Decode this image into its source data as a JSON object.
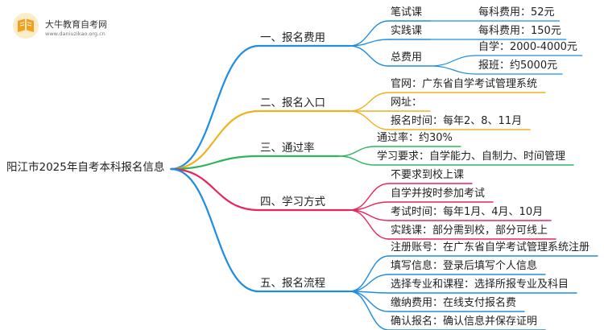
{
  "logo": {
    "title": "大牛教育自考网",
    "url": "www.daniuzikao.org.cn"
  },
  "root": "阳江市2025年自考本科报名信息",
  "colors": {
    "b1": "#1f8de0",
    "b2": "#f2b01e",
    "b3": "#2db55d",
    "b4": "#e8245a",
    "b5": "#1f8de0"
  },
  "branches": [
    {
      "label": "一、报名费用",
      "children": [
        {
          "label": "笔试课",
          "children": [
            {
              "label": "每科费用：52元"
            }
          ]
        },
        {
          "label": "实践课",
          "children": [
            {
              "label": "每科费用：150元"
            }
          ]
        },
        {
          "label": "总费用",
          "children": [
            {
              "label": "自学：2000-4000元"
            },
            {
              "label": "报班：约5000元"
            }
          ]
        }
      ]
    },
    {
      "label": "二、报名入口",
      "children": [
        {
          "label": "官网：广东省自学考试管理系统"
        },
        {
          "label": "网址："
        },
        {
          "label": "报名时间：每年2、8、11月"
        }
      ]
    },
    {
      "label": "三、通过率",
      "children": [
        {
          "label": "通过率：约30%"
        },
        {
          "label": "学习要求：自学能力、自制力、时间管理"
        }
      ]
    },
    {
      "label": "四、学习方式",
      "children": [
        {
          "label": "不要求到校上课"
        },
        {
          "label": "自学并按时参加考试"
        },
        {
          "label": "考试时间：每年1月、4月、10月"
        },
        {
          "label": "实践课：部分需到校，部分可线上"
        }
      ]
    },
    {
      "label": "五、报名流程",
      "children": [
        {
          "label": "注册账号：在广东省自学考试管理系统注册"
        },
        {
          "label": "填写信息：登录后填写个人信息"
        },
        {
          "label": "选择专业和课程：选择所报专业及科目"
        },
        {
          "label": "缴纳费用：在线支付报名费"
        },
        {
          "label": "确认报名：确认信息并保存证明"
        }
      ]
    }
  ]
}
